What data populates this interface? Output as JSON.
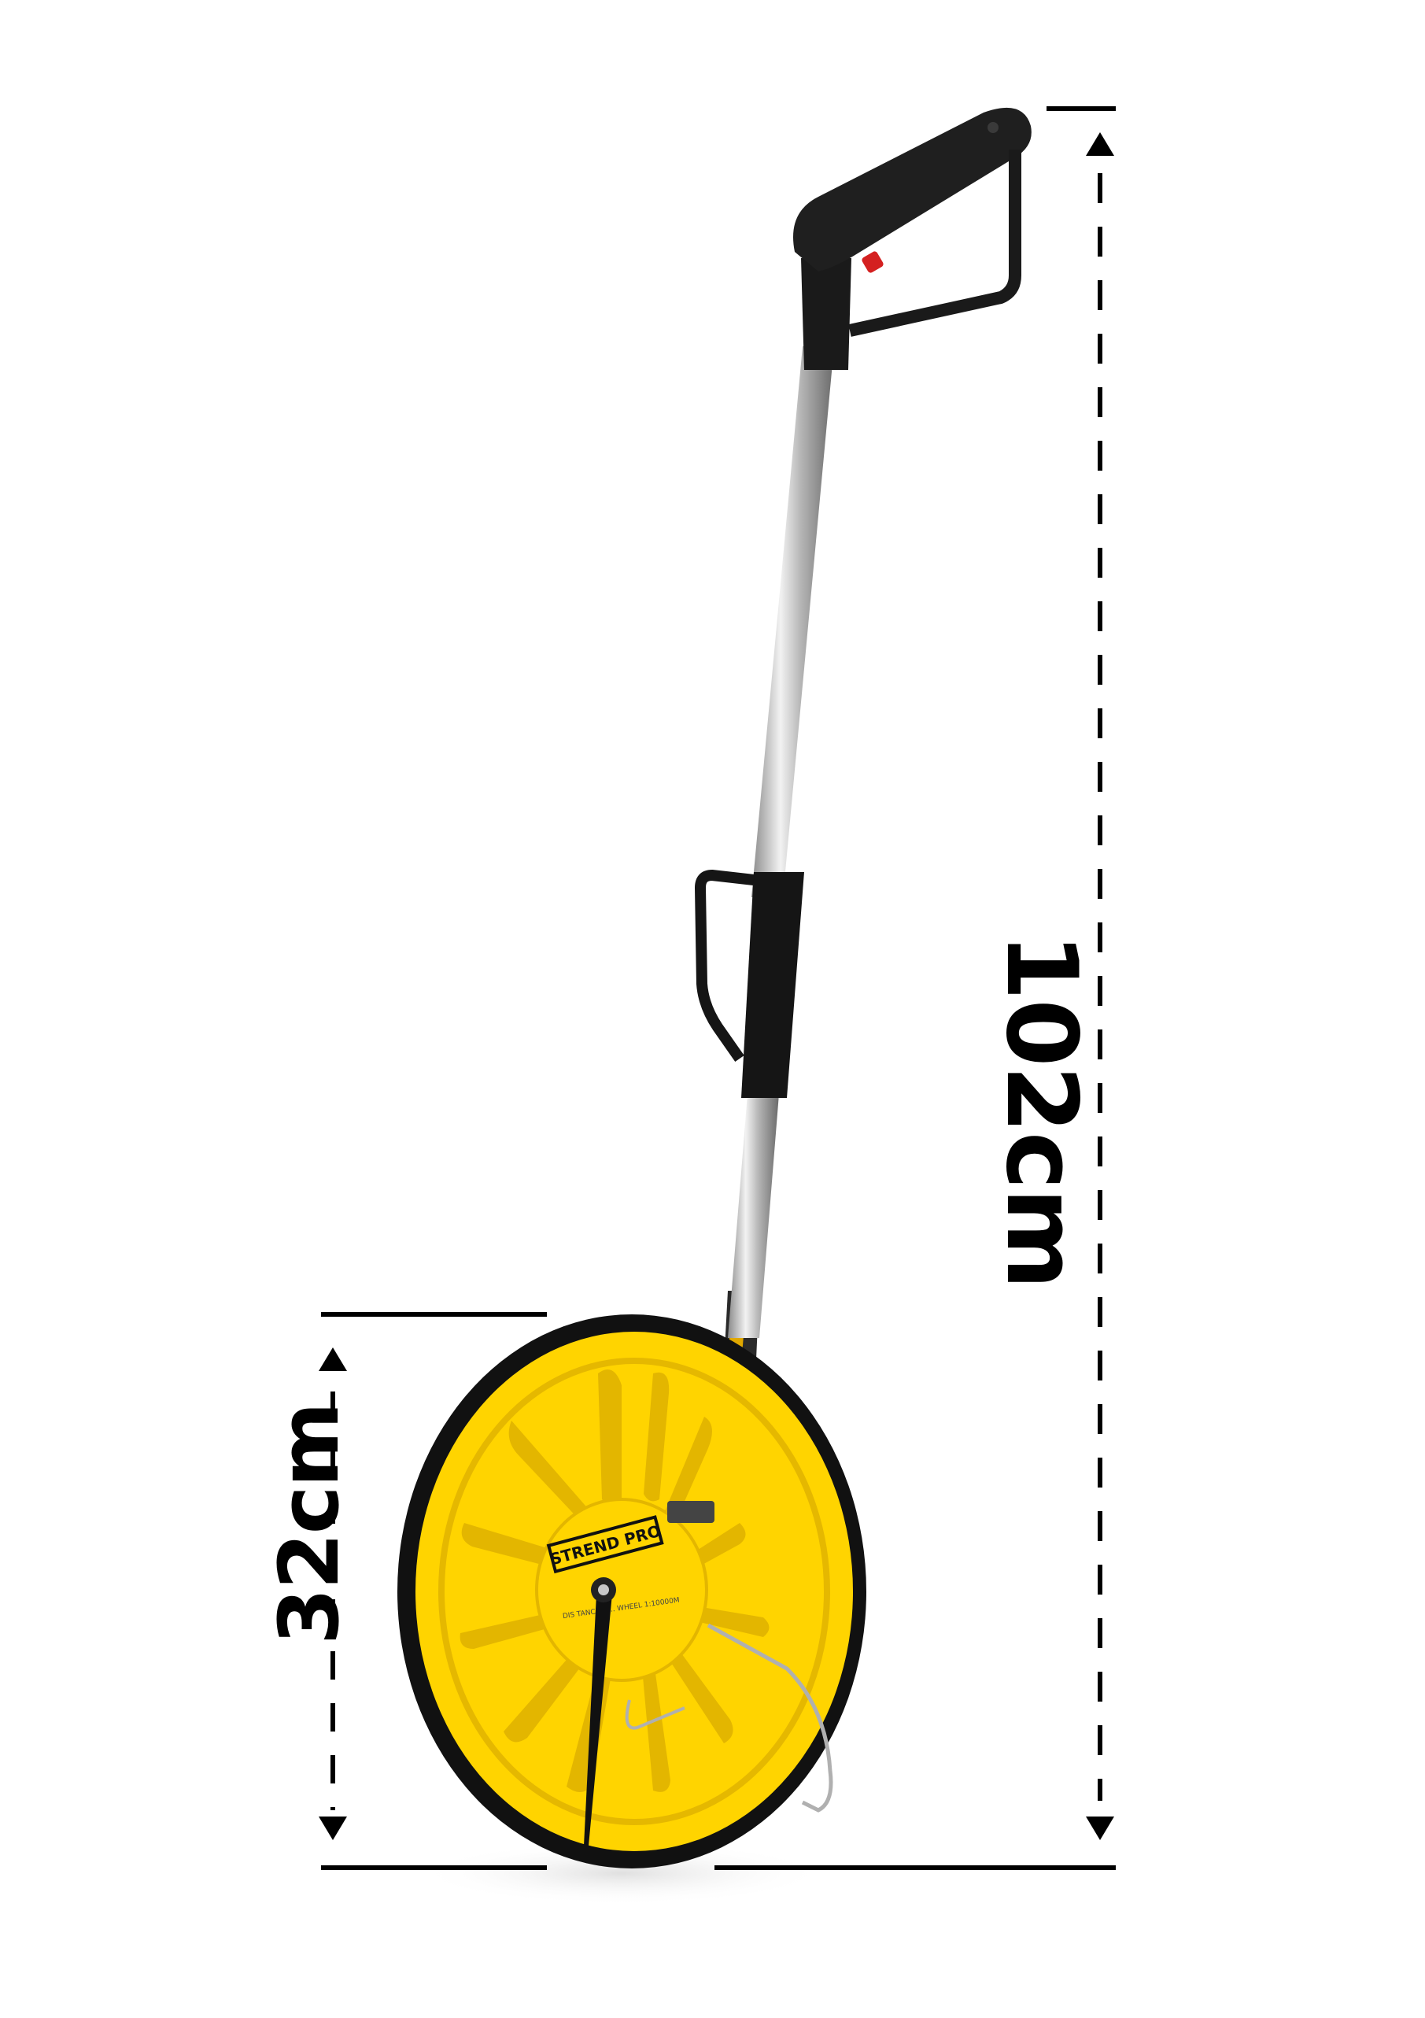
{
  "dimensions": {
    "overall_height": {
      "label": "102cm"
    },
    "wheel_diameter": {
      "label": "32cm"
    }
  },
  "product": {
    "brand_logo_text": "STREND PRO",
    "wheel_inscription": "DIS TANCE M...  WHEEL 1:10000M",
    "colors": {
      "wheel": "#FFD400",
      "tire": "#111111",
      "handle": "#1a1a1a",
      "shaft": "#c8c8c8",
      "dimension_lines": "#000000",
      "background": "#ffffff"
    }
  }
}
